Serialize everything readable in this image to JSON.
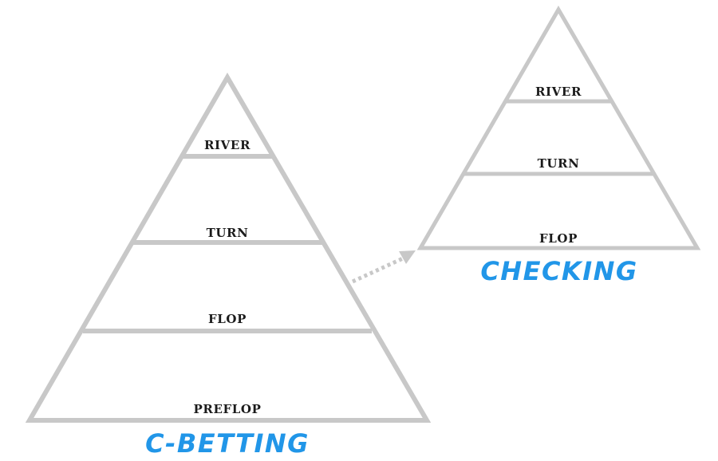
{
  "colors": {
    "outline": "#c8c8c8",
    "label_text": "#1b1b1b",
    "title_text": "#2196e8",
    "arrow": "#c8c8c8"
  },
  "cbetting": {
    "title": "C-BETTING",
    "levels": {
      "river": "RIVER",
      "turn": "TURN",
      "flop": "FLOP",
      "preflop": "PREFLOP"
    }
  },
  "checking": {
    "title": "CHECKING",
    "levels": {
      "river": "RIVER",
      "turn": "TURN",
      "flop": "FLOP"
    }
  }
}
